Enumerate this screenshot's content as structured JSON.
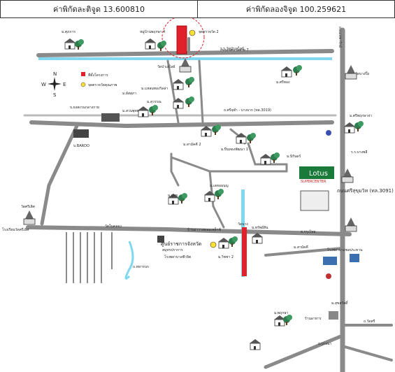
{
  "header": {
    "latitude_text": "ค่าพิกัดละติจูด 13.600810",
    "longitude_text": "ค่าพิกัดลองจิจูด 100.259621"
  },
  "legend": {
    "item1": "ที่ตั้งโครงการ",
    "item2": "จุดตรวจวัดคุณภาพ"
  },
  "places": {
    "target_label": "หมู่บ้านพฤกษา 4",
    "near_target": "จุดตรวจวัด 2",
    "temple_top": "วัดป่าเลไลย์",
    "school_top": "ร.ร.วัดป่าเลไลย์",
    "village_topleft": "ม.ศุภการ",
    "village_mid_left": "ม.แหลมทองวิลล่า",
    "village_mid2": "ม.สุวรรณ",
    "village_mid3": "ม.สวนพุทธ",
    "village_right_top": "ม.ศรีทอง",
    "temple_right": "วัดบางปิ้ง",
    "factory": "บ.ยงสงวนกลางกาย",
    "market": "ม.ผัสสุภา",
    "market2": "บ.BARDO",
    "village_center": "ม.สามัคคี 2",
    "village_center2": "ม.ปิ่นทองพัฒนา 1",
    "village_right2": "ม.ศรีพฤกษาจ่า",
    "lotus": "Lotus",
    "lotus_sub": "SUPERCENTER",
    "road_main": "ถนนเทศบาลสาย 7",
    "road_sukhumvit": "ถนนศรีสุขุมวิท (ทล.3091)",
    "road_pin": "ถ.ศรีจุฬา - บางจาก (ทล.3019)",
    "village_j": "ม.ยู่สุข",
    "village_k": "ม.เลหอมบุญ",
    "village_l": "ม.วิชชา 2",
    "wat_left": "วัดศรีเลิศ",
    "school_left": "โรงเรียนวัดศรีเลิศ",
    "wat_mid": "วัดในคลอง",
    "city_hall": "ศูนย์ราชการจังหวัด",
    "city_hall2": "สมุทรปราการ",
    "school_mid": "โรงพยาบาลชีวจิต",
    "village_m": "บ้านอาวาสคอมเพล็กซ์",
    "village_n": "ม.ทรัพย์สิน",
    "temple_n": "วัดนาง",
    "road_o": "ถ.ทหารบก",
    "bank": "ธ.กรุงไทย",
    "hospital": "โรงพยาบาลชลประทาน",
    "shop": "ร้านอาหาร",
    "village_p": "ม.พฤกษา",
    "village_q": "ม.สุขสวัสดิ์",
    "village_r": "ม.สามัคคี",
    "village_s": "ม.นิรันดร์",
    "school_s": "ร.ร.บางพลี",
    "road_north": "ถนนเทพารักษ์",
    "road_sri": "ถ.วัดศรี",
    "road_south": "ถ.บางนา"
  },
  "colors": {
    "road": "#8a8a8a",
    "canal": "#7fd8f0",
    "target": "#e0202a",
    "tree": "#2e7d4f",
    "building": "#444444"
  }
}
